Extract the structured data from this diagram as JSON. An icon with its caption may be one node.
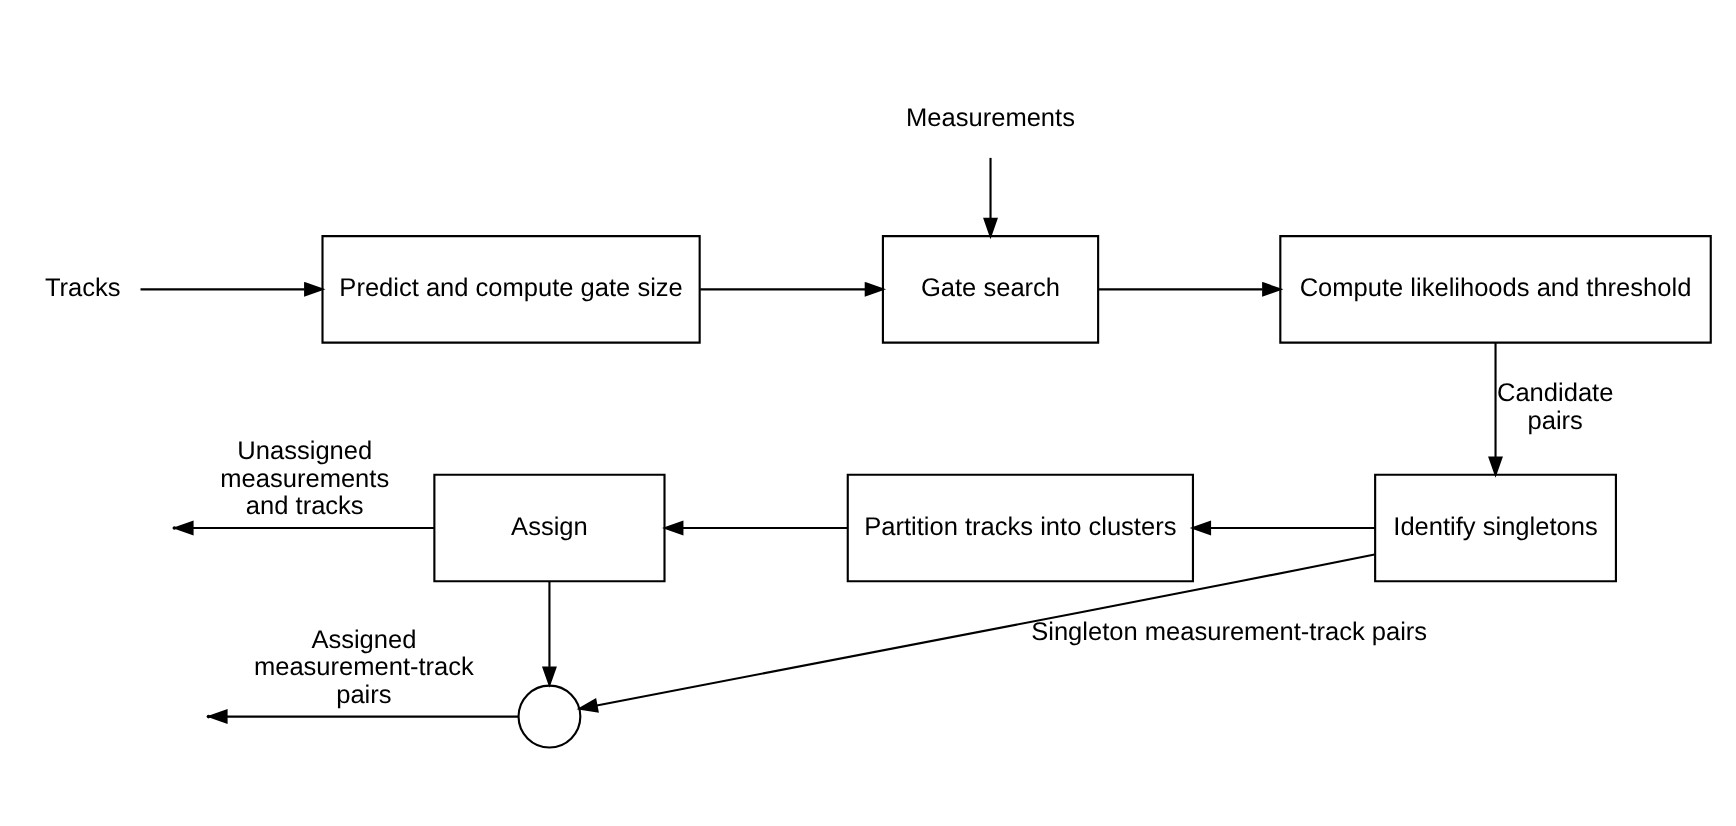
{
  "diagram": {
    "nodes": [
      {
        "text": [
          "Tracks"
        ]
      },
      {
        "text": [
          "Predict and compute gate size"
        ]
      },
      {
        "text": [
          "Measurements"
        ]
      },
      {
        "text": [
          "Gate search"
        ]
      },
      {
        "text": [
          "Compute likelihoods and threshold"
        ]
      },
      {
        "text": [
          "Identify singletons"
        ]
      },
      {
        "text": [
          "Partition tracks into clusters"
        ]
      },
      {
        "text": [
          "Assign"
        ]
      },
      {
        "text": [],
        "shape": "circle"
      }
    ],
    "edges": [
      {
        "from": 0,
        "to": 1,
        "arrow": "to"
      },
      {
        "from": 1,
        "to": 3,
        "arrow": "to"
      },
      {
        "from": 2,
        "to": 3,
        "arrow": "to"
      },
      {
        "from": 3,
        "to": 4,
        "arrow": "to"
      },
      {
        "from": 4,
        "to": 5,
        "arrow": "to",
        "label": "Candidate pairs"
      },
      {
        "from": 5,
        "to": 6,
        "arrow": "to"
      },
      {
        "from": 6,
        "to": 7,
        "arrow": "to"
      },
      {
        "from": 7,
        "to": null,
        "arrow": "to",
        "label": "Unassigned measurements and tracks"
      },
      {
        "from": 7,
        "to": 8,
        "arrow": "to"
      },
      {
        "from": 8,
        "to": null,
        "arrow": "to",
        "label": "Assigned measurement-track pairs"
      },
      {
        "from": 5,
        "to": 8,
        "arrow": "to",
        "label": "Singleton measurement-track pairs"
      }
    ]
  }
}
